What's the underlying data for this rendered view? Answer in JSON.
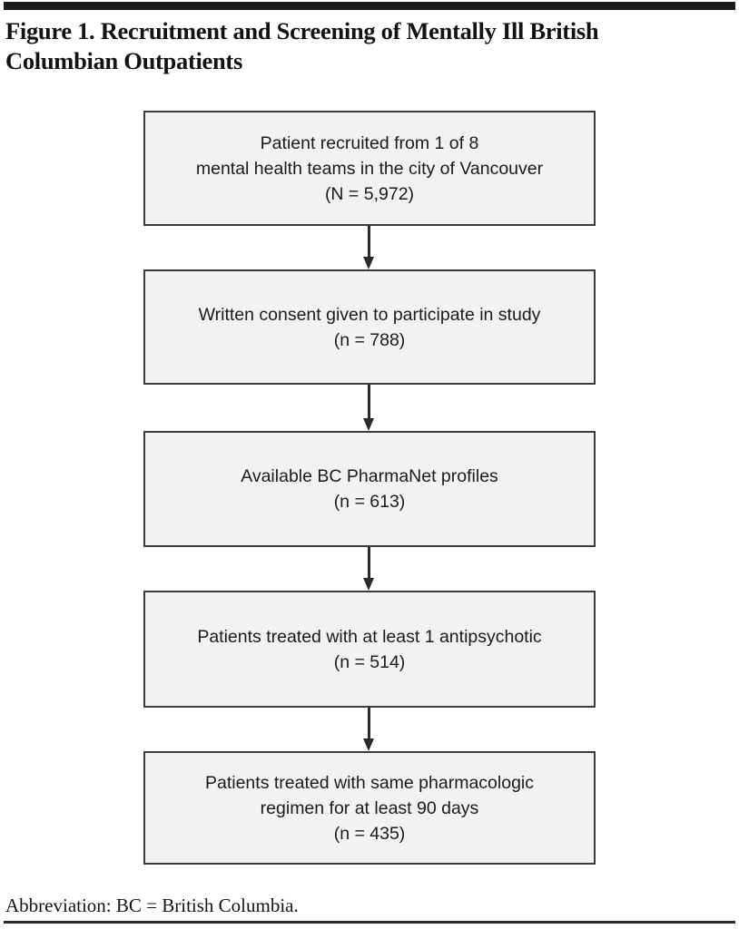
{
  "figure": {
    "title": "Figure 1. Recruitment and Screening of Mentally Ill British\nColumbian Outpatients",
    "footnote": "Abbreviation: BC = British Columbia.",
    "accent_color": "#1b1b1b",
    "box_fill_color": "#f2f2f2",
    "box_border_color": "#3b3b3b"
  },
  "chart_data": {
    "type": "diagram",
    "diagram_kind": "flowchart",
    "orientation": "vertical-top-to-bottom",
    "title": "Figure 1. Recruitment and Screening of Mentally Ill British Columbian Outpatients",
    "nodes": [
      {
        "id": "node-1",
        "text": "Patient recruited from 1 of 8\nmental health teams in the city of Vancouver\n(N = 5,972)",
        "label": "Patient recruited from 1 of 8 mental health teams in the city of Vancouver",
        "count_label": "(N = 5,972)",
        "count": 5972
      },
      {
        "id": "node-2",
        "text": "Written consent given to participate in study\n(n = 788)",
        "label": "Written consent given to participate in study",
        "count_label": "(n = 788)",
        "count": 788
      },
      {
        "id": "node-3",
        "text": "Available BC PharmaNet profiles\n(n = 613)",
        "label": "Available BC PharmaNet profiles",
        "count_label": "(n = 613)",
        "count": 613
      },
      {
        "id": "node-4",
        "text": "Patients treated with at least 1 antipsychotic\n(n = 514)",
        "label": "Patients treated with at least 1 antipsychotic",
        "count_label": "(n = 514)",
        "count": 514
      },
      {
        "id": "node-5",
        "text": "Patients treated with same pharmacologic\nregimen for at least 90 days\n(n = 435)",
        "label": "Patients treated with same pharmacologic regimen for at least 90 days",
        "count_label": "(n = 435)",
        "count": 435
      }
    ],
    "edges": [
      {
        "from": "node-1",
        "to": "node-2",
        "style": "arrow-down"
      },
      {
        "from": "node-2",
        "to": "node-3",
        "style": "arrow-down"
      },
      {
        "from": "node-3",
        "to": "node-4",
        "style": "arrow-down"
      },
      {
        "from": "node-4",
        "to": "node-5",
        "style": "arrow-down"
      }
    ],
    "annotations": [
      "Abbreviation: BC = British Columbia."
    ]
  }
}
